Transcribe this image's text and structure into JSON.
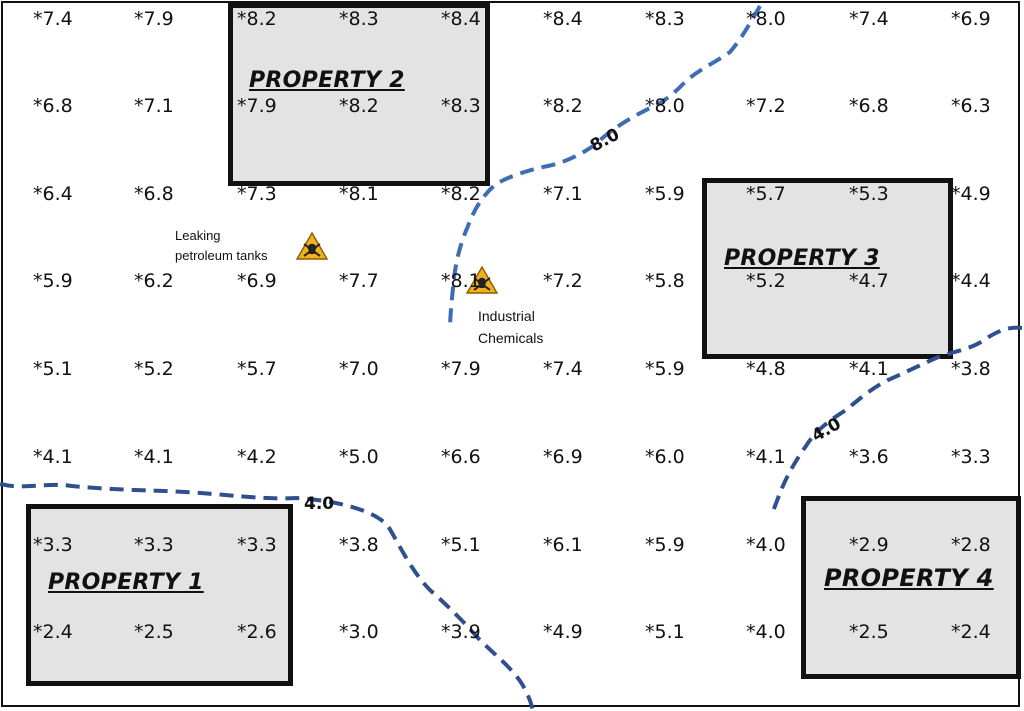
{
  "properties": {
    "p1": "PROPERTY 1",
    "p2": "PROPERTY 2",
    "p3": "PROPERTY 3",
    "p4": "PROPERTY 4"
  },
  "grid_values": [
    [
      "*7.4",
      "*7.9",
      "*8.2",
      "*8.3",
      "*8.4",
      "*8.4",
      "*8.3",
      "*8.0",
      "*7.4",
      "*6.9"
    ],
    [
      "*6.8",
      "*7.1",
      "*7.9",
      "*8.2",
      "*8.3",
      "*8.2",
      "*8.0",
      "*7.2",
      "*6.8",
      "*6.3"
    ],
    [
      "*6.4",
      "*6.8",
      "*7.3",
      "*8.1",
      "*8.2",
      "*7.1",
      "*5.9",
      "*5.7",
      "*5.3",
      "*4.9"
    ],
    [
      "*5.9",
      "*6.2",
      "*6.9",
      "*7.7",
      "*8.1",
      "*7.2",
      "*5.8",
      "*5.2",
      "*4.7",
      "*4.4"
    ],
    [
      "*5.1",
      "*5.2",
      "*5.7",
      "*7.0",
      "*7.9",
      "*7.4",
      "*5.9",
      "*4.8",
      "*4.1",
      "*3.8"
    ],
    [
      "*4.1",
      "*4.1",
      "*4.2",
      "*5.0",
      "*6.6",
      "*6.9",
      "*6.0",
      "*4.1",
      "*3.6",
      "*3.3"
    ],
    [
      "*3.3",
      "*3.3",
      "*3.3",
      "*3.8",
      "*5.1",
      "*6.1",
      "*5.9",
      "*4.0",
      "*2.9",
      "*2.8"
    ],
    [
      "*2.4",
      "*2.5",
      "*2.6",
      "*3.0",
      "*3.9",
      "*4.9",
      "*5.1",
      "*4.0",
      "*2.5",
      "*2.4"
    ]
  ],
  "hazards": {
    "petroleum": {
      "line1": "Leaking",
      "line2": "petroleum tanks",
      "icon": "hazard-warning-icon"
    },
    "chemicals": {
      "line1": "Industrial",
      "line2": "Chemicals",
      "icon": "hazard-warning-icon"
    }
  },
  "contours": {
    "c8": "8.0",
    "c4_left": "4.0",
    "c4_right": "4.0"
  },
  "colors": {
    "contour": "#3f6db3",
    "property_fill": "#e3e3e3",
    "hazard_fill": "#f2b01e"
  }
}
